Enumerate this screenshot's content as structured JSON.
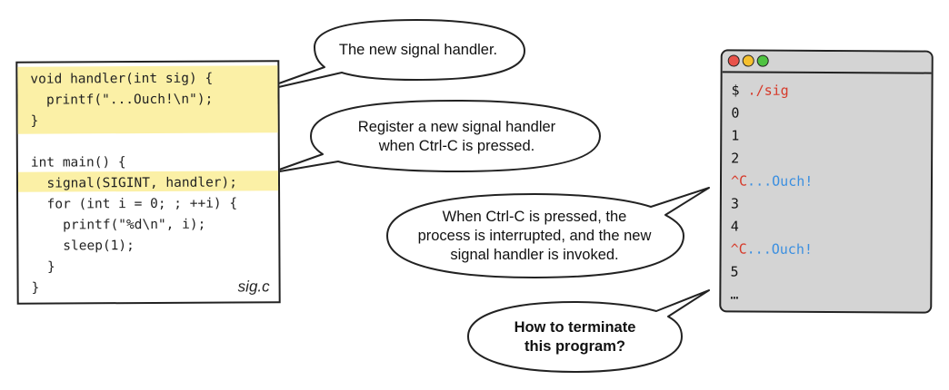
{
  "code": {
    "lines": [
      "void handler(int sig) {",
      "  printf(\"...Ouch!\\n\");",
      "}",
      "",
      "int main() {",
      "  signal(SIGINT, handler);",
      "  for (int i = 0; ; ++i) {",
      "    printf(\"%d\\n\", i);",
      "    sleep(1);",
      "  }",
      "}"
    ],
    "filename": "sig.c"
  },
  "callouts": {
    "handler": "The new signal handler.",
    "register_1": "Register a new signal handler",
    "register_2": "when Ctrl-C is pressed.",
    "interrupt_1": "When Ctrl-C is pressed, the",
    "interrupt_2": "process is interrupted, and the new",
    "interrupt_3": "signal handler is invoked.",
    "terminate_1": "How to terminate",
    "terminate_2": "this program?"
  },
  "terminal": {
    "prompt": "$ ",
    "command": "./sig",
    "output": [
      "0",
      "1",
      "2",
      "3",
      "4",
      "5"
    ],
    "ctrl_c": "^C",
    "ouch": "...Ouch!",
    "ellipsis": "…"
  },
  "colors": {
    "highlight": "#fbf0a6",
    "terminal_bg": "#d4d4d4",
    "command": "#d63a2a",
    "ctrl_c": "#d63a2a",
    "ouch": "#3b8fe0",
    "dot_red": "#e8524a",
    "dot_yellow": "#f5c02e",
    "dot_green": "#4fc341"
  }
}
